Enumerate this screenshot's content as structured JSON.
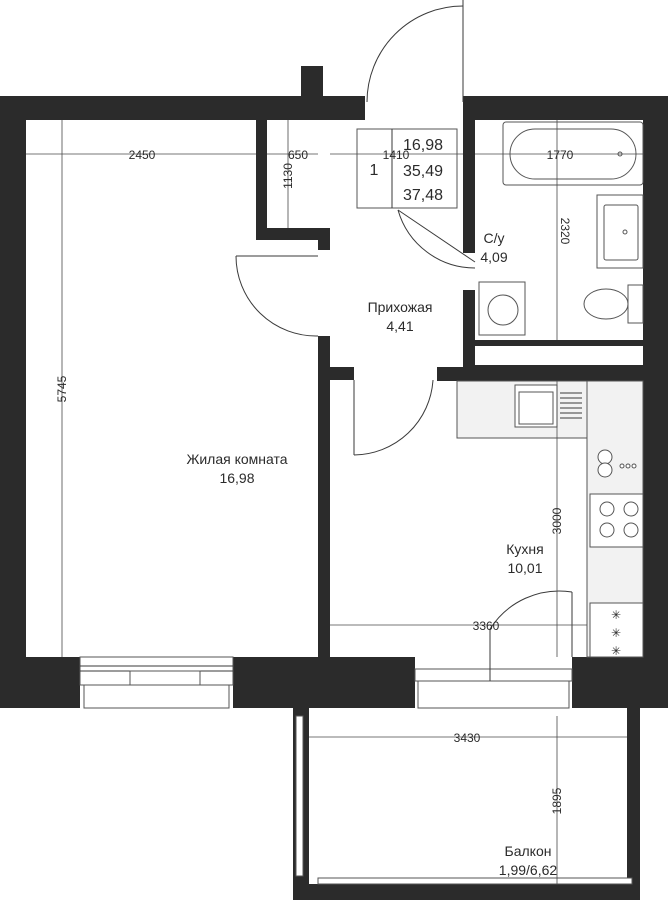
{
  "rooms": {
    "living": {
      "name": "Жилая комната",
      "area": "16,98"
    },
    "hallway": {
      "name": "Прихожая",
      "area": "4,41"
    },
    "bathroom": {
      "name": "С/у",
      "area": "4,09"
    },
    "kitchen": {
      "name": "Кухня",
      "area": "10,01"
    },
    "balcony": {
      "name": "Балкон",
      "area": "1,99/6,62"
    }
  },
  "info_box": {
    "rooms_count": "1",
    "living_area": "16,98",
    "total_area": "35,49",
    "total_area_with_balcony": "37,48"
  },
  "dimensions": {
    "living_width": "2450",
    "living_length": "5745",
    "hall_nook_width": "650",
    "hall_nook_depth": "1130",
    "hall_width": "1410",
    "bath_width": "1770",
    "bath_length": "2320",
    "kitchen_length": "3000",
    "kitchen_width": "3360",
    "balcony_width": "3430",
    "balcony_depth": "1895"
  }
}
